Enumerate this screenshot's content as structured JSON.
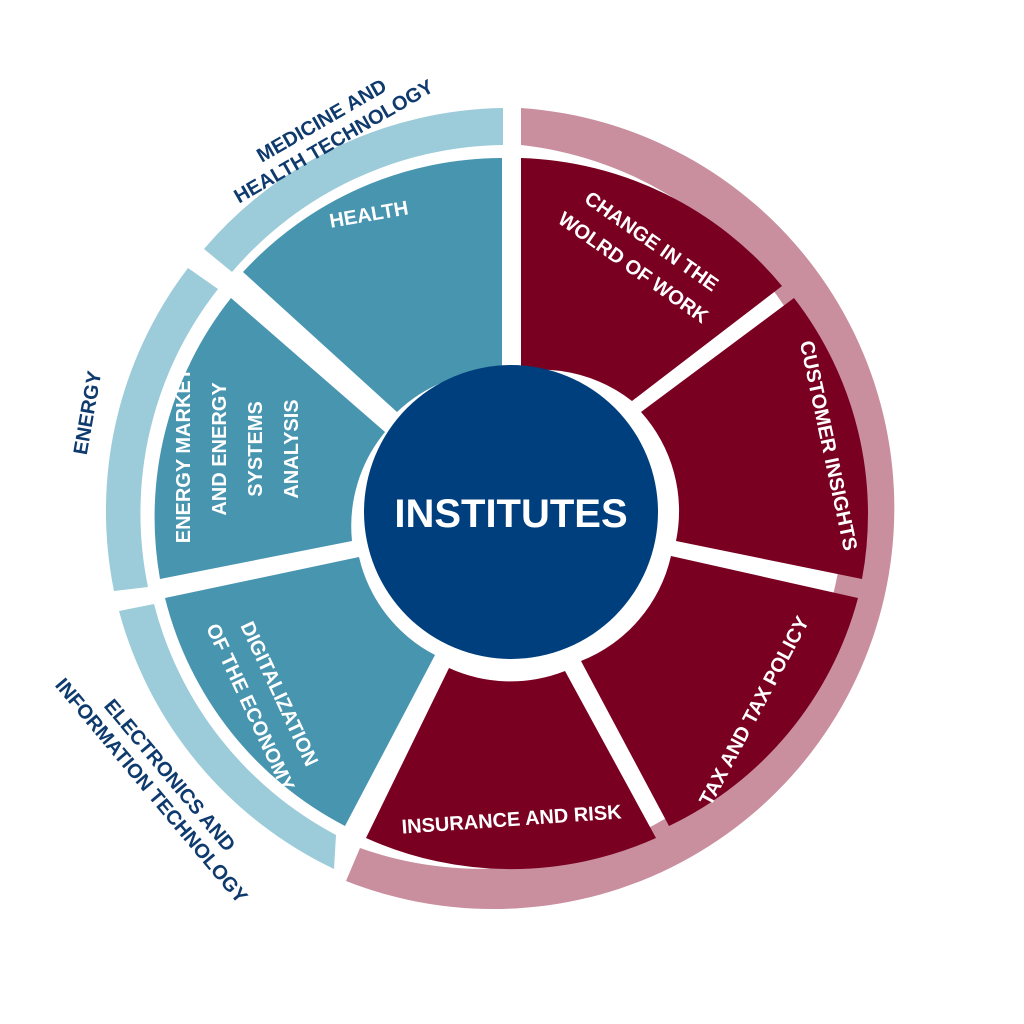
{
  "center": {
    "label": "INSTITUTES",
    "color": "#003f7d"
  },
  "colors": {
    "blue_segment": "#4895b0",
    "blue_ring": "#9ccbd9",
    "red_segment": "#7a0022",
    "red_ring": "#c98f9f",
    "outer_text": "#0e3a6d"
  },
  "segments": [
    {
      "label": "HEALTH",
      "group": "blue"
    },
    {
      "label": "ENERGY MARKETS AND ENERGY SYSTEMS ANALYSIS",
      "group": "blue",
      "lines": [
        "ENERGY MARKETS",
        "AND ENERGY",
        "SYSTEMS",
        "ANALYSIS"
      ]
    },
    {
      "label": "DIGITALIZATION OF THE ECONOMY",
      "group": "blue",
      "lines": [
        "DIGITALIZATION",
        "OF THE ECONOMY"
      ]
    },
    {
      "label": "INSURANCE AND RISK",
      "group": "red"
    },
    {
      "label": "TAX AND TAX POLICY",
      "group": "red"
    },
    {
      "label": "CUSTOMER INSIGHTS",
      "group": "red"
    },
    {
      "label": "CHANGE IN THE WOLRD OF WORK",
      "group": "red",
      "lines": [
        "CHANGE IN THE",
        "WOLRD OF WORK"
      ]
    }
  ],
  "outer_ring": [
    {
      "label": "MEDICINE AND HEALTH TECHNOLOGY",
      "lines": [
        "MEDICINE AND",
        "HEALTH TECHNOLOGY"
      ]
    },
    {
      "label": "ENERGY"
    },
    {
      "label": "ELECTRONICS AND INFORMATION TECHNOLOGY",
      "lines": [
        "ELECTRONICS AND",
        "INFORMATION TECHNOLOGY"
      ]
    }
  ]
}
